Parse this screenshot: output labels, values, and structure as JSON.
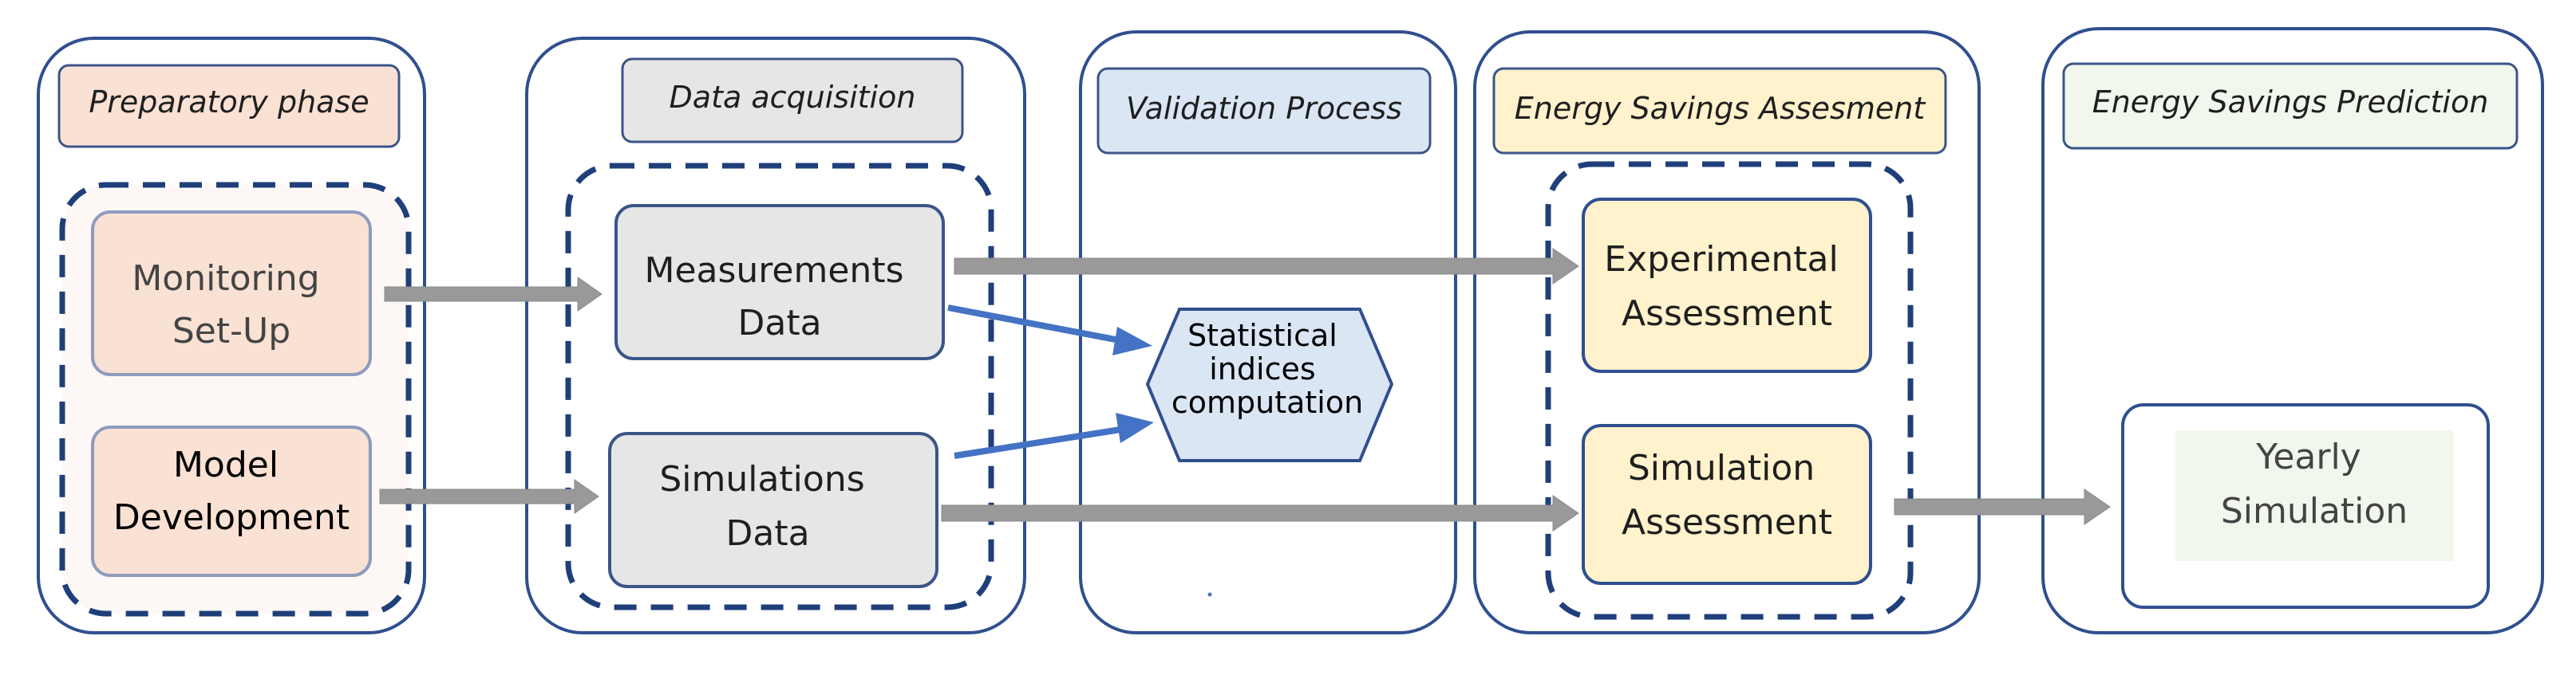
{
  "colors": {
    "panel_stroke": "#2f4f8f",
    "dashed_stroke": "#1f3f7a",
    "gray_arrow": "#999999",
    "blue_arrow": "#4472c4",
    "peach_fill": "#f9e1d4",
    "peach_stroke": "#8e9bbd",
    "gray_fill": "#e6e6e6",
    "gray_stroke": "#3b5589",
    "blue_fill": "#dbe6f5",
    "yellow_fill": "#fff2cc",
    "green_fill": "#f1f7ec",
    "inner_panel_fill": "#fdf8f6"
  },
  "phases": [
    {
      "header": "Preparatory phase",
      "boxes": [
        {
          "line1": "Monitoring",
          "line2": "Set-Up"
        },
        {
          "line1": "Model",
          "line2": "Development"
        }
      ]
    },
    {
      "header": "Data acquisition",
      "boxes": [
        {
          "line1": "Measurements",
          "line2": "Data"
        },
        {
          "line1": "Simulations",
          "line2": "Data"
        }
      ]
    },
    {
      "header": "Validation Process",
      "hexagon": {
        "line1": "Statistical",
        "line2": "indices",
        "line3": "computation"
      }
    },
    {
      "header": "Energy Savings Assesment",
      "boxes": [
        {
          "line1": "Experimental",
          "line2": "Assessment"
        },
        {
          "line1": "Simulation",
          "line2": "Assessment"
        }
      ]
    },
    {
      "header": "Energy Savings Prediction",
      "boxes": [
        {
          "line1": "Yearly",
          "line2": "Simulation"
        }
      ]
    }
  ]
}
